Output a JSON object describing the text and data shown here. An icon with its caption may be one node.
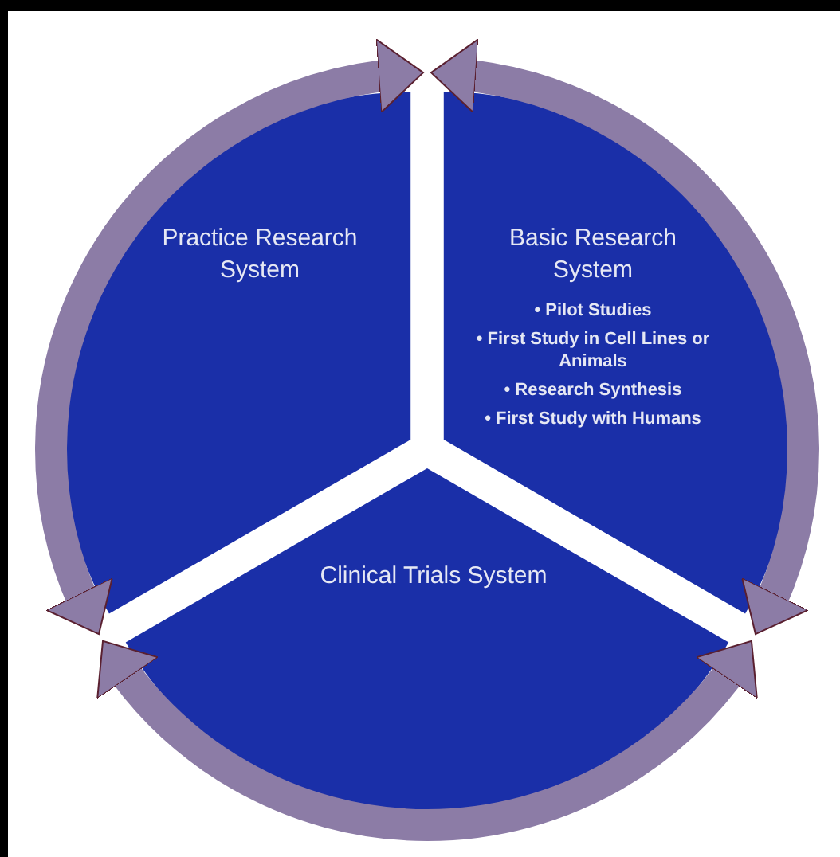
{
  "diagram": {
    "nodes": [
      {
        "text": [
          "Practice Research System"
        ]
      },
      {
        "text": [
          "Basic Research System",
          "• Pilot Studies",
          "• First Study in Cell Lines or Animals",
          "• Research Synthesis",
          "• First Study with Humans"
        ]
      },
      {
        "text": [
          "Clinical Trials System"
        ]
      }
    ],
    "edges": [
      {
        "from": 1,
        "to": 2,
        "arrow": "both"
      },
      {
        "from": 0,
        "to": 2,
        "arrow": "both"
      },
      {
        "from": 1,
        "to": 0,
        "arrow": "both"
      }
    ]
  }
}
